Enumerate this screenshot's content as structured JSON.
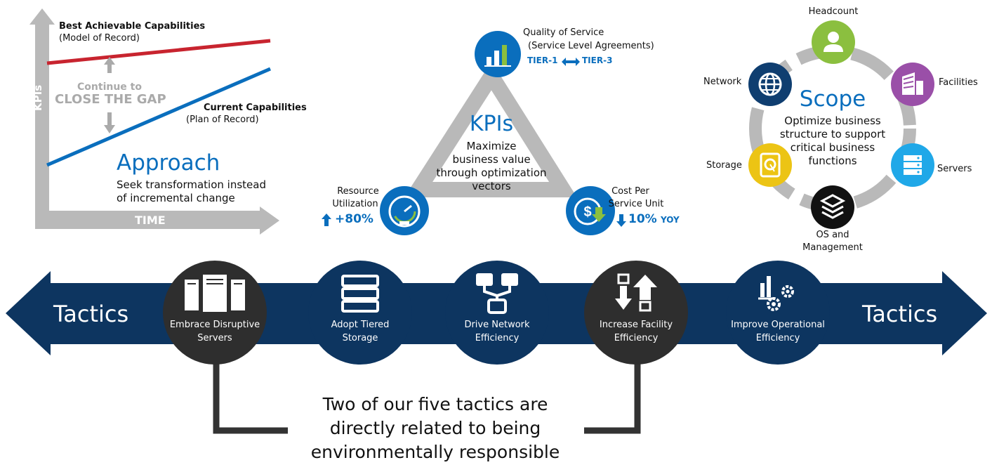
{
  "colors": {
    "navy": "#0d3560",
    "dark_circle": "#2e2e2e",
    "blue_accent": "#0a6ebd",
    "red_line": "#c8242f",
    "axis_gray": "#b9b9b9",
    "headcount_green": "#8bbf3f",
    "facilities_purple": "#9a4fa8",
    "servers_cyan": "#20a8e8",
    "storage_yellow": "#ecc414",
    "network_navy": "#0f3e70",
    "os_black": "#111111"
  },
  "approach": {
    "best_label": "Best Achievable Capabilities",
    "best_sub": "(Model of Record)",
    "gap_line1": "Continue to",
    "gap_line2": "CLOSE THE GAP",
    "current_label": "Current Capabilities",
    "current_sub": "(Plan of Record)",
    "y_axis": "KPIs",
    "x_axis": "TIME",
    "title": "Approach",
    "desc_line1": "Seek transformation instead",
    "desc_line2": "of incremental change"
  },
  "kpis": {
    "title": "KPIs",
    "desc_line1": "Maximize",
    "desc_line2": "business value",
    "desc_line3": "through optimization",
    "desc_line4": "vectors",
    "quality_line1": "Quality of Service",
    "quality_line2": "(Service Level Agreements)",
    "tier_from": "TIER-1",
    "tier_to": "TIER-3",
    "resource_line1": "Resource",
    "resource_line2": "Utilization",
    "resource_value": "+80%",
    "cost_line1": "Cost Per",
    "cost_line2": "Service Unit",
    "cost_value": "10%",
    "cost_unit": "YOY",
    "icons": [
      "bar-chart-icon",
      "gauge-icon",
      "dollar-down-icon"
    ]
  },
  "scope": {
    "title": "Scope",
    "desc_line1": "Optimize business",
    "desc_line2": "structure to support",
    "desc_line3": "critical business",
    "desc_line4": "functions",
    "headcount": "Headcount",
    "facilities": "Facilities",
    "servers": "Servers",
    "os_line1": "OS and",
    "os_line2": "Management",
    "storage": "Storage",
    "network": "Network",
    "icons": [
      "person-icon",
      "building-icon",
      "server-icon",
      "layers-icon",
      "disk-icon",
      "globe-icon"
    ]
  },
  "tactics": {
    "left_label": "Tactics",
    "right_label": "Tactics",
    "items": [
      {
        "line1": "Embrace Disruptive",
        "line2": "Servers",
        "icon": "server-rack-icon",
        "highlighted": true
      },
      {
        "line1": "Adopt Tiered",
        "line2": "Storage",
        "icon": "storage-stack-icon",
        "highlighted": false
      },
      {
        "line1": "Drive Network",
        "line2": "Efficiency",
        "icon": "network-nodes-icon",
        "highlighted": false
      },
      {
        "line1": "Increase Facility",
        "line2": "Efficiency",
        "icon": "up-down-arrows-icon",
        "highlighted": true
      },
      {
        "line1": "Improve Operational",
        "line2": "Efficiency",
        "icon": "chart-gears-icon",
        "highlighted": false
      }
    ]
  },
  "callout": {
    "line1": "Two of our five tactics are",
    "line2": "directly related to being",
    "line3": "environmentally responsible"
  }
}
